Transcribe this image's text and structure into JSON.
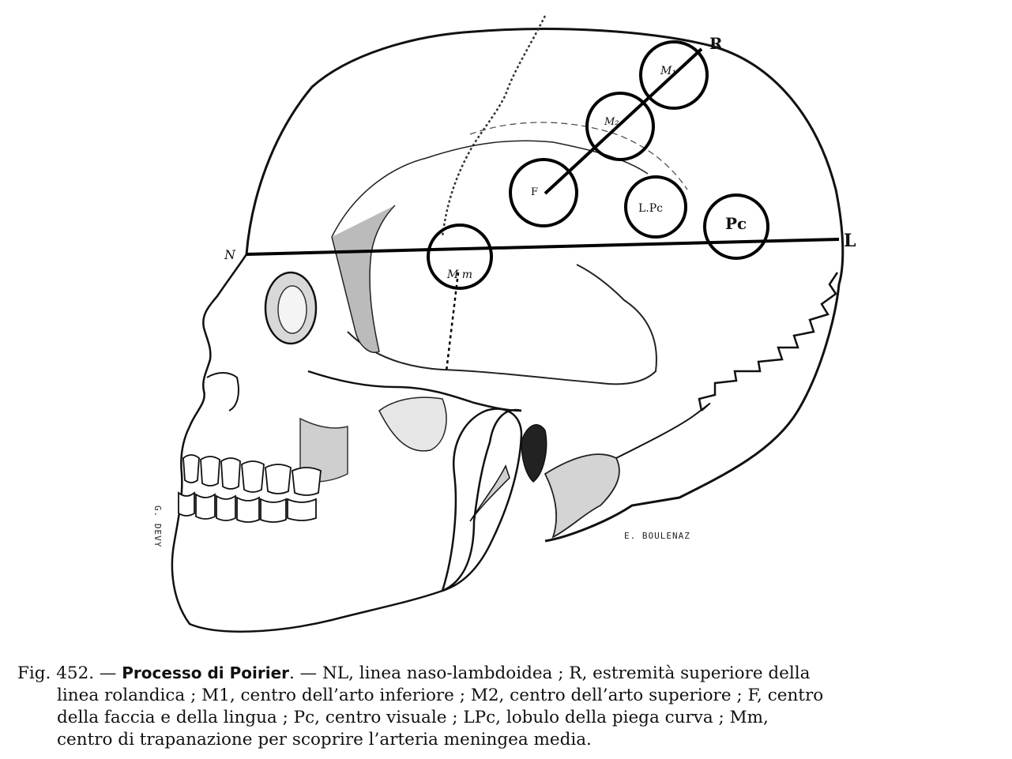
{
  "figure": {
    "labels": {
      "R": "R",
      "N": "N",
      "L": "L",
      "M1": "M₁",
      "M2": "M₂",
      "F": "F",
      "LPc": "L.Pc",
      "Pc": "Pc",
      "Mm": "M m"
    },
    "signatures": {
      "left": "G. DEVY",
      "right": "E. BOULENAZ"
    }
  },
  "caption": {
    "prefix": "Fig. 452. — ",
    "title": "Processo di Poirier",
    "line1_rest": ". — NL, linea naso-lambdoidea ; R, estremità superiore della",
    "line2": "linea rolandica ; M1, centro dell’arto inferiore ; M2, centro dell’arto superiore ; F, centro",
    "line3": "della faccia e della lingua ; Pc, centro visuale ; LPc, lobulo della piega curva ; Mm,",
    "line4": "centro di trapanazione per scoprire l’arteria meningea media."
  }
}
